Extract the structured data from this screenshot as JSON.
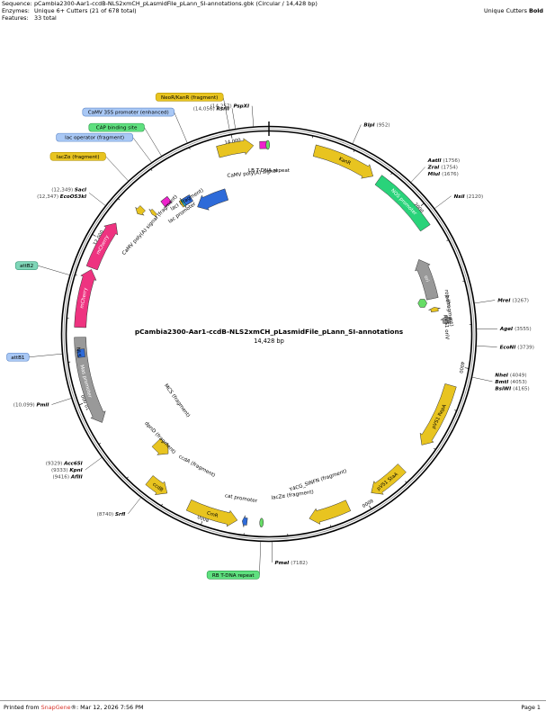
{
  "header": {
    "sequence_label": "Sequence:",
    "sequence_value": "pCambia2300-Aar1-ccdB-NLS2xmCH_pLasmidFile_pLann_SI-annotations.gbk  (Circular / 14,428 bp)",
    "enzymes_label": "Enzymes:",
    "enzymes_value": "Unique 6+ Cutters  (21 of 678 total)",
    "features_label": "Features:",
    "features_value": "33 total",
    "legend_prefix": "Unique Cutters ",
    "legend_bold": "Bold"
  },
  "map": {
    "title": "pCambia2300-Aar1-ccdB-NLS2xmCH_pLasmidFile_pLann_SI-annotations",
    "length": "14,428 bp",
    "ticks": [
      {
        "label": "2000",
        "bp": 2000
      },
      {
        "label": "4000",
        "bp": 4000
      },
      {
        "label": "6000",
        "bp": 6000
      },
      {
        "label": "8000",
        "bp": 8000
      },
      {
        "label": "10,000",
        "bp": 10000
      },
      {
        "label": "12,000",
        "bp": 12000
      },
      {
        "label": "14,000",
        "bp": 14000
      }
    ],
    "sites": [
      {
        "name": "PspXI",
        "pos": "(14,257)",
        "bp": 14257
      },
      {
        "name": "RsrII",
        "pos": "(14,056)",
        "bp": 14056
      },
      {
        "name": "BlpI",
        "pos": "(952)",
        "bp": 952
      },
      {
        "name": "MluI",
        "pos": "(1676)",
        "bp": 1676
      },
      {
        "name": "ZraI",
        "pos": "(1754)",
        "bp": 1754
      },
      {
        "name": "AatII",
        "pos": "(1756)",
        "bp": 1756
      },
      {
        "name": "NsiI",
        "pos": "(2120)",
        "bp": 2120
      },
      {
        "name": "MreI",
        "pos": "(3267)",
        "bp": 3267
      },
      {
        "name": "AgeI",
        "pos": "(3555)",
        "bp": 3555
      },
      {
        "name": "EcoNI",
        "pos": "(3739)",
        "bp": 3739
      },
      {
        "name": "NheI",
        "pos": "(4049)",
        "bp": 4049
      },
      {
        "name": "BmtI",
        "pos": "(4053)",
        "bp": 4053
      },
      {
        "name": "BsiWI",
        "pos": "(4165)",
        "bp": 4165
      },
      {
        "name": "PmeI",
        "pos": "(7182)",
        "bp": 7182
      },
      {
        "name": "SrfI",
        "pos": "(8740)",
        "bp": 8740
      },
      {
        "name": "Acc65I",
        "pos": "(9329)",
        "bp": 9329
      },
      {
        "name": "KpnI",
        "pos": "(9333)",
        "bp": 9333
      },
      {
        "name": "AflII",
        "pos": "(9416)",
        "bp": 9416
      },
      {
        "name": "PmlI",
        "pos": "(10,099)",
        "bp": 10099
      },
      {
        "name": "EcoO53kI",
        "pos": "(12,347)",
        "bp": 12347
      },
      {
        "name": "SacI",
        "pos": "(12,349)",
        "bp": 12349
      }
    ],
    "features": [
      {
        "label": "KanR",
        "start": 560,
        "end": 1340,
        "strand": 1,
        "color": "#e8c420",
        "r": 0,
        "inner": true
      },
      {
        "label": "NOS promoter",
        "start": 1420,
        "end": 2240,
        "strand": 0,
        "color": "#29d37a",
        "r": 0,
        "inner": true
      },
      {
        "label": "ori",
        "start": 2550,
        "end": 3120,
        "strand": -1,
        "color": "#999999",
        "r": 2,
        "inner": true
      },
      {
        "label": "pVS1 RepA",
        "start": 4240,
        "end": 5050,
        "strand": 1,
        "color": "#e8c420",
        "r": 0,
        "inner": true
      },
      {
        "label": "pVS1 StaA",
        "start": 5420,
        "end": 5900,
        "strand": 1,
        "color": "#e8c420",
        "r": 0,
        "inner": true
      },
      {
        "label": "",
        "start": 6220,
        "end": 6720,
        "strand": 1,
        "color": "#e8c420",
        "r": 0,
        "inner": false
      },
      {
        "label": "CmR",
        "start": 7600,
        "end": 8220,
        "strand": -1,
        "color": "#e8c420",
        "r": 0,
        "inner": true
      },
      {
        "label": "ccdB",
        "start": 8520,
        "end": 8790,
        "strand": -1,
        "color": "#e8c420",
        "r": 0,
        "inner": true
      },
      {
        "label": "",
        "start": 8820,
        "end": 9060,
        "strand": -1,
        "color": "#e8c420",
        "r": 3,
        "inner": false
      },
      {
        "label": "Mas promoter",
        "start": 9700,
        "end": 10780,
        "strand": -1,
        "color": "#999999",
        "r": 0,
        "inner": true
      },
      {
        "label": "mCherry",
        "start": 10900,
        "end": 11620,
        "strand": 1,
        "color": "#ee3380",
        "r": 0,
        "inner": true
      },
      {
        "label": "mCherry",
        "start": 11640,
        "end": 12260,
        "strand": 1,
        "color": "#ee3380",
        "r": 0,
        "inner": true
      },
      {
        "label": "",
        "start": 13250,
        "end": 13750,
        "strand": -1,
        "color": "#2e6bd9",
        "r": 4,
        "inner": false
      },
      {
        "label": "",
        "start": 13800,
        "end": 14240,
        "strand": 1,
        "color": "#e8c420",
        "r": 0,
        "inner": false
      }
    ],
    "small_features": [
      {
        "start": 3380,
        "end": 3470,
        "color": "#999999",
        "r": 1,
        "shape": "arrow",
        "strand": -1
      },
      {
        "start": 3240,
        "end": 3300,
        "color": "#e8c420",
        "r": 2,
        "shape": "arrow",
        "strand": -1
      },
      {
        "start": 3110,
        "end": 3200,
        "color": "#66dd66",
        "r": 3,
        "shape": "hex",
        "strand": 0
      },
      {
        "start": 14330,
        "end": 14400,
        "color": "#ee22cc",
        "r": 0,
        "shape": "box",
        "strand": 0
      },
      {
        "start": 14400,
        "end": 14428,
        "color": "#66dd66",
        "r": 0,
        "shape": "oval",
        "strand": 0
      },
      {
        "start": 7280,
        "end": 7330,
        "color": "#66dd66",
        "r": 0,
        "shape": "oval",
        "strand": 0
      },
      {
        "start": 7480,
        "end": 7540,
        "color": "#2e6bd9",
        "r": 0,
        "shape": "arrow",
        "strand": 1
      },
      {
        "start": 12520,
        "end": 12620,
        "color": "#e8c420",
        "r": 1,
        "shape": "arrow",
        "strand": -1
      },
      {
        "start": 12650,
        "end": 12700,
        "color": "#e8c420",
        "r": 2,
        "shape": "arrow",
        "strand": -1
      },
      {
        "start": 12870,
        "end": 12950,
        "color": "#ee22cc",
        "r": 2,
        "shape": "box",
        "strand": 0
      },
      {
        "start": 13060,
        "end": 13120,
        "color": "#e8c420",
        "r": 3,
        "shape": "arrow",
        "strand": 1
      },
      {
        "start": 13130,
        "end": 13160,
        "color": "#22aacc",
        "r": 3,
        "shape": "box",
        "strand": 0
      },
      {
        "start": 13160,
        "end": 13190,
        "color": "#2e6bd9",
        "r": 3,
        "shape": "box",
        "strand": 0
      },
      {
        "start": 10560,
        "end": 10610,
        "color": "#2e6bd9",
        "r": 0,
        "shape": "box",
        "strand": 0
      }
    ],
    "feature_text_labels": [
      {
        "text": "CaMV poly(A) signal",
        "bp": 14190,
        "r": 0.78
      },
      {
        "text": "LB T-DNA repeat",
        "bp": 14428,
        "r": 0.79
      },
      {
        "text": "bom",
        "bp": 3190,
        "r": 0.88
      },
      {
        "text": "rop (fragment)",
        "bp": 3280,
        "r": 0.88
      },
      {
        "text": "pVS1 oriV",
        "bp": 3520,
        "r": 0.86
      },
      {
        "text": "Y4CG_SINFN (fragment)",
        "bp": 6470,
        "r": 0.76
      },
      {
        "text": "lacZα (fragment)",
        "bp": 6880,
        "r": 0.8
      },
      {
        "text": "cat promoter",
        "bp": 7600,
        "r": 0.82
      },
      {
        "text": "ccdA (fragment)",
        "bp": 8360,
        "r": 0.74
      },
      {
        "text": "dpnD (fragment)",
        "bp": 9070,
        "r": 0.74
      },
      {
        "text": "MCS (fragment)",
        "bp": 9380,
        "r": 0.56
      },
      {
        "text": "NLS",
        "bp": 10600,
        "r": 0.94
      },
      {
        "text": "CaMV poly(A) signal (fragment)",
        "bp": 12520,
        "r": 0.78
      },
      {
        "text": "lac promoter",
        "bp": 13000,
        "r": 0.72
      },
      {
        "text": "lacI (fragment)",
        "bp": 13170,
        "r": 0.76
      }
    ],
    "boxed_labels": [
      {
        "text": "NeoR/KanR (fragment)",
        "bp": 13990,
        "color": "#e8c420",
        "stroke": "#b8960a"
      },
      {
        "text": "CaMV 35S promoter (enhanced)",
        "bp": 13500,
        "color": "#a9c8f5",
        "stroke": "#5a85c8"
      },
      {
        "text": "CAP binding site",
        "bp": 13180,
        "color": "#5fe07f",
        "stroke": "#2a9a48"
      },
      {
        "text": "lac operator (fragment)",
        "bp": 13050,
        "color": "#a9c8f5",
        "stroke": "#5a85c8"
      },
      {
        "text": "lacZα (fragment)",
        "bp": 12720,
        "color": "#e8c420",
        "stroke": "#b8960a"
      },
      {
        "text": "attB2",
        "bp": 11480,
        "color": "#7fd6b8",
        "stroke": "#3a9a7a"
      },
      {
        "text": "attB1",
        "bp": 10600,
        "color": "#a9c8f5",
        "stroke": "#5a85c8"
      },
      {
        "text": "RB T-DNA repeat",
        "bp": 7305,
        "color": "#5fe07f",
        "stroke": "#2a9a48"
      }
    ]
  },
  "footer": {
    "printed_prefix": "Printed from ",
    "app": "SnapGene",
    "printed_suffix": "®:  Mar 12, 2026  7:56 PM",
    "page": "Page 1"
  }
}
